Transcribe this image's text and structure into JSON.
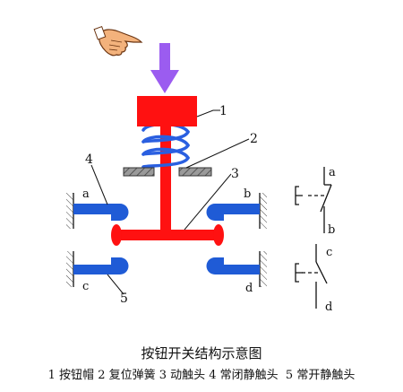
{
  "callouts": {
    "n1": "1",
    "n2": "2",
    "n3": "3",
    "n4": "4",
    "n5": "5"
  },
  "contacts": {
    "a": "a",
    "b": "b",
    "c": "c",
    "d": "d"
  },
  "symbol": {
    "top_a": "a",
    "top_b": "b",
    "bottom_c": "c",
    "bottom_d": "d"
  },
  "caption": {
    "title": "按钮开关结构示意图",
    "legend": "1 按钮帽 2 复位弹簧 3 动触头 4 常闭静触头  5 常开静触头"
  },
  "colors": {
    "cap": "#ff1111",
    "spring": "#2a5fe0",
    "contact": "#1f5bd6",
    "arrow": "#9b5cf0",
    "hatch": "#777777"
  },
  "icons": {
    "pointer": "pointing-hand-icon",
    "arrow": "down-arrow-icon"
  }
}
